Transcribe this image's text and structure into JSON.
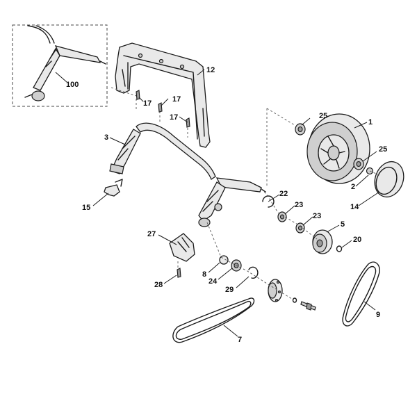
{
  "labels": {
    "p100": "100",
    "p12": "12",
    "p17a": "17",
    "p17b": "17",
    "p17c": "17",
    "p3": "3",
    "p15": "15",
    "p25a": "25",
    "p1": "1",
    "p25b": "25",
    "p2": "2",
    "p14": "14",
    "p22": "22",
    "p23a": "23",
    "p23b": "23",
    "p5": "5",
    "p20": "20",
    "p27": "27",
    "p28": "28",
    "p8": "8",
    "p24": "24",
    "p29": "29",
    "p7": "7",
    "p9": "9"
  }
}
